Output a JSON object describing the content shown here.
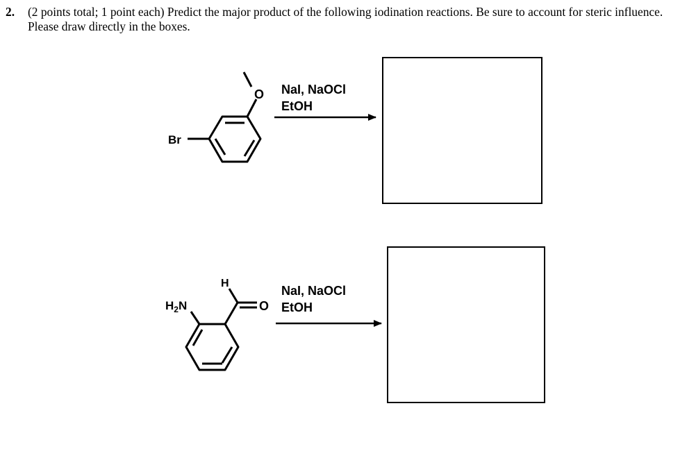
{
  "question": {
    "number": "2.",
    "text": "(2 points total; 1 point each) Predict the major product of the following iodination reactions. Be sure to account for steric influence. Please draw directly in the boxes."
  },
  "reactions": [
    {
      "substrate_labels": {
        "oxygen": "O",
        "bromine": "Br"
      },
      "reagents": {
        "line1": "NaI, NaOCl",
        "line2": "EtOH"
      }
    },
    {
      "substrate_labels": {
        "amine_h": "H",
        "amine_sub": "2",
        "amine_n": "N",
        "aldehyde_h": "H",
        "aldehyde_o": "O"
      },
      "reagents": {
        "line1": "NaI, NaOCl",
        "line2": "EtOH"
      }
    }
  ]
}
